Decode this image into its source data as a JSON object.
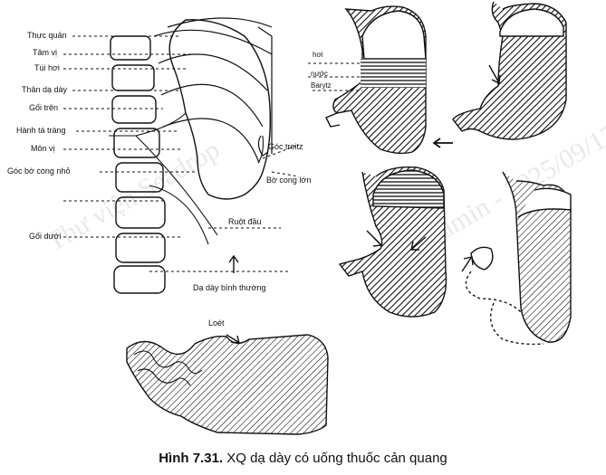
{
  "labels": {
    "thuc_quan": "Thực quản",
    "tam_vi": "Tâm vị",
    "tui_hoi": "Túi hơi",
    "than_da_day": "Thân dạ dày",
    "goi_tren": "Gối trên",
    "hanh_ta_trang": "Hành tá tràng",
    "mon_vi": "Môn vị",
    "goc_bo_cong_nho": "Góc bờ cong nhỏ",
    "goi_duoi": "Gối dưới",
    "goc_treitz": "Góc treitz",
    "bo_cong_lon": "Bờ cong lớn",
    "ruot_dau": "Ruột đầu",
    "da_day_binh_thuong": "Dạ dày bình thường",
    "hoi": "hơi",
    "nuoc": "nước",
    "barytz": "Barytz",
    "loet": "Loét"
  },
  "caption": {
    "number": "Hình 7.31.",
    "text": " XQ dạ dày có uống thuốc cản quang"
  },
  "watermark": {
    "line1": "Thư viện Seadrop",
    "line2": "Admin - 2025/09/17"
  }
}
